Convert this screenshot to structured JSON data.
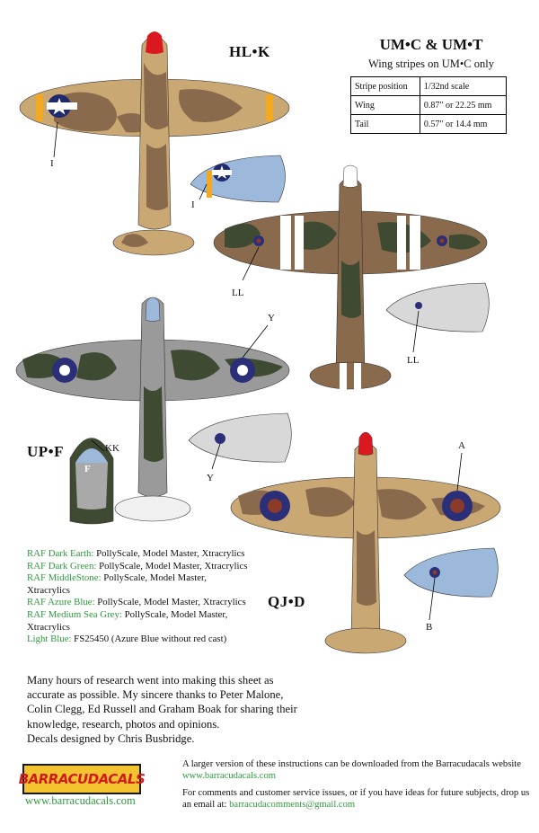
{
  "labels": {
    "hlk": "HL•K",
    "upf": "UP•F",
    "qjd": "QJ•D"
  },
  "stripes": {
    "title": "UM•C & UM•T",
    "subtitle": "Wing stripes on UM•C only",
    "rows": [
      {
        "label": "Stripe position",
        "value": "1/32nd scale"
      },
      {
        "label": "Wing",
        "value": "0.87\" or  22.25 mm"
      },
      {
        "label": "Tail",
        "value": "0.57\" or  14.4 mm"
      }
    ]
  },
  "callouts": {
    "i1": "I",
    "i2": "I",
    "ll1": "LL",
    "ll2": "LL",
    "y1": "Y",
    "y2": "Y",
    "kk": "KK",
    "f": "F",
    "a": "A",
    "b": "B"
  },
  "paints": [
    {
      "name": "RAF Dark Earth:",
      "brands": " PollyScale, Model Master, Xtracrylics"
    },
    {
      "name": "RAF Dark Green:",
      "brands": " PollyScale, Model Master, Xtracrylics"
    },
    {
      "name": "RAF MiddleStone:",
      "brands": " PollyScale, Model Master, Xtracrylics"
    },
    {
      "name": "RAF Azure Blue:",
      "brands": " PollyScale, Model Master, Xtracrylics"
    },
    {
      "name": "RAF Medium Sea Grey:",
      "brands": " PollyScale, Model Master, Xtracrylics"
    },
    {
      "name": "Light Blue:",
      "brands": "  FS25450 (Azure Blue without red cast)"
    }
  ],
  "research": {
    "para": "Many hours of research went into making this sheet as accurate as possible. My sincere thanks to Peter Malone, Colin Clegg, Ed Russell and Graham Boak for sharing their knowledge, research, photos and opinions.",
    "designed": "Decals designed by Chris Busbridge."
  },
  "brand": {
    "logo": "BARRACUDACALS",
    "url": "www.barracudacals.com"
  },
  "info": {
    "line1": "A larger version of these instructions can be downloaded from the Barracudacals website",
    "line1_url": "www.barracudacals.com",
    "line2": "For comments and customer service issues, or if you have ideas for future subjects, drop us an email at:",
    "email": "barracudacomments@gmail.com"
  },
  "colors": {
    "dark_earth": "#8a6a4c",
    "dark_green": "#3e4a32",
    "middle_stone": "#c9a874",
    "azure": "#9cb8da",
    "sea_grey": "#a9a9a9",
    "roundel_blue": "#2a2f78",
    "spinner_red": "#d91820",
    "stripe_yellow": "#f2a81f",
    "paint_green": "#2e9a3c"
  }
}
